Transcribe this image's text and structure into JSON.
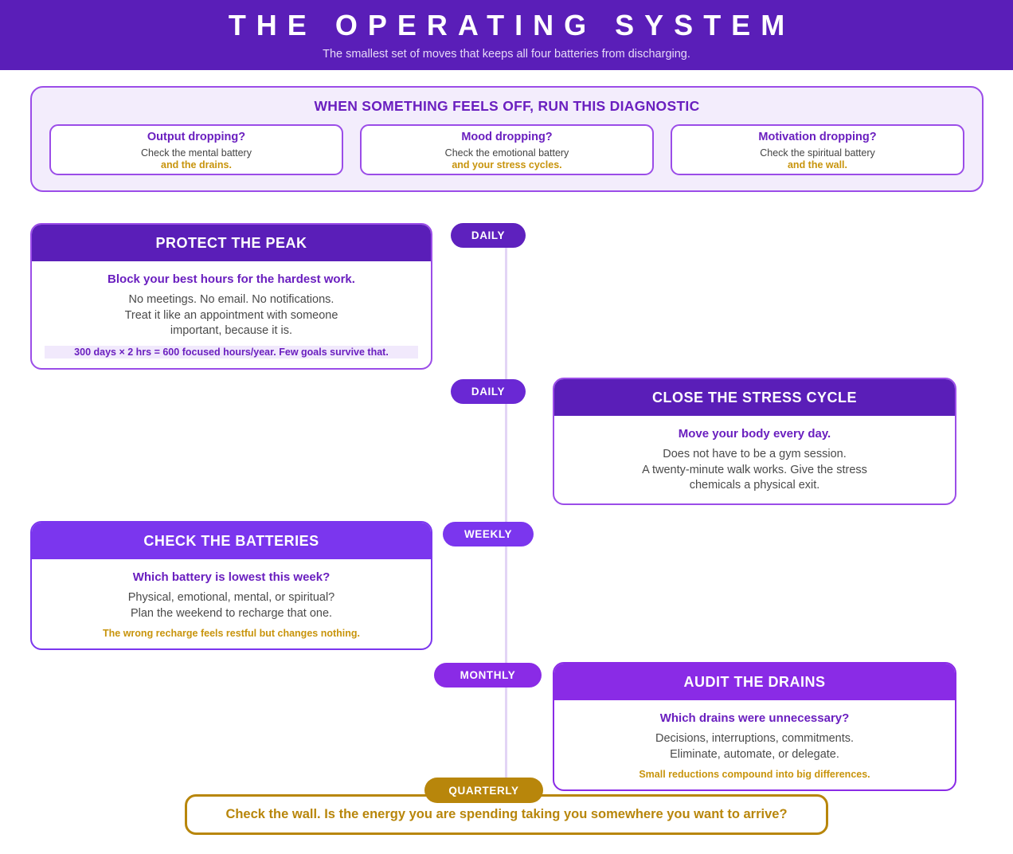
{
  "header": {
    "title": "THE OPERATING SYSTEM",
    "subtitle": "The smallest set of moves that keeps all four batteries from discharging."
  },
  "diagnostic": {
    "title": "WHEN SOMETHING FEELS OFF, RUN THIS DIAGNOSTIC",
    "cards": [
      {
        "title": "Output dropping?",
        "body": "Check the mental battery",
        "accent": "and the drains."
      },
      {
        "title": "Mood dropping?",
        "body": "Check the emotional battery",
        "accent": "and your stress cycles."
      },
      {
        "title": "Motivation dropping?",
        "body": "Check the spiritual battery",
        "accent": "and the wall."
      }
    ]
  },
  "steps": [
    {
      "pill": "DAILY",
      "pill_color": "#5E21BE",
      "head_color": "#5A1EB8",
      "title": "PROTECT THE PEAK",
      "lead": "Block your best hours for the hardest work.",
      "lines": [
        "No meetings. No email. No notifications.",
        "Treat it like an appointment with someone",
        "important, because it is."
      ],
      "note": "300 days × 2 hrs = 600 focused hours/year. Few goals survive that.",
      "note_style": "purple"
    },
    {
      "pill": "DAILY",
      "pill_color": "#6A28D4",
      "head_color": "#5A1EB8",
      "title": "CLOSE THE STRESS CYCLE",
      "lead": "Move your body every day.",
      "lines": [
        "Does not have to be a gym session.",
        "A twenty-minute walk works. Give the stress",
        "chemicals a physical exit."
      ],
      "note": "",
      "note_style": "none"
    },
    {
      "pill": "WEEKLY",
      "pill_color": "#7B36EE",
      "head_color": "#7B36EE",
      "title": "CHECK THE BATTERIES",
      "lead": "Which battery is lowest this week?",
      "lines": [
        "Physical, emotional, mental, or spiritual?",
        "Plan the weekend to recharge that one."
      ],
      "note": "The wrong recharge feels restful but changes nothing.",
      "note_style": "gold"
    },
    {
      "pill": "MONTHLY",
      "pill_color": "#8A2BE6",
      "head_color": "#8A2BE6",
      "title": "AUDIT THE DRAINS",
      "lead": "Which drains were unnecessary?",
      "lines": [
        "Decisions, interruptions, commitments.",
        "Eliminate, automate, or delegate."
      ],
      "note": "Small reductions compound into big differences.",
      "note_style": "gold"
    }
  ],
  "quarterly": {
    "pill": "QUARTERLY",
    "text": "Check the wall. Is the energy you are spending taking you somewhere you want to arrive?",
    "color": "#B8860B"
  }
}
